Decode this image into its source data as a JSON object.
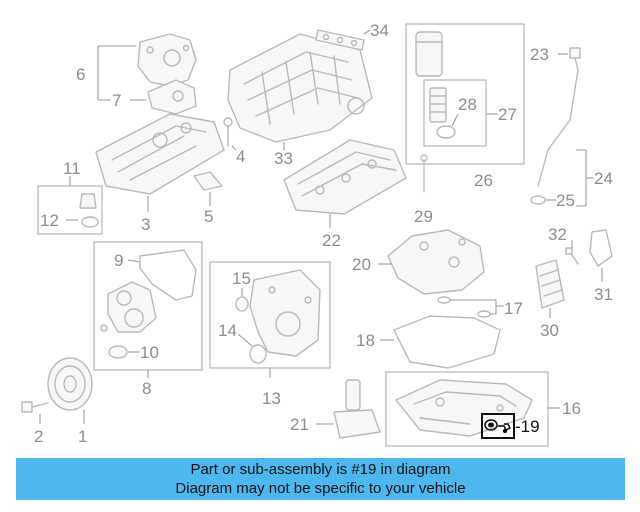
{
  "callouts": {
    "n1": "1",
    "n2": "2",
    "n3": "3",
    "n4": "4",
    "n5": "5",
    "n6": "6",
    "n7": "7",
    "n8": "8",
    "n9": "9",
    "n10": "10",
    "n11": "11",
    "n12": "12",
    "n13": "13",
    "n14": "14",
    "n15": "15",
    "n16": "16",
    "n17": "17",
    "n18": "18",
    "n19": "19",
    "n20": "20",
    "n21": "21",
    "n22": "22",
    "n23": "23",
    "n24": "24",
    "n25": "25",
    "n26": "26",
    "n27": "27",
    "n28": "28",
    "n29": "29",
    "n30": "30",
    "n31": "31",
    "n32": "32",
    "n33": "33",
    "n34": "34"
  },
  "highlighted_part": "19",
  "banner": {
    "line1": "Part or sub-assembly is #19 in diagram",
    "line2": "Diagram may not be specific to your vehicle",
    "color": "#4db8f0"
  }
}
